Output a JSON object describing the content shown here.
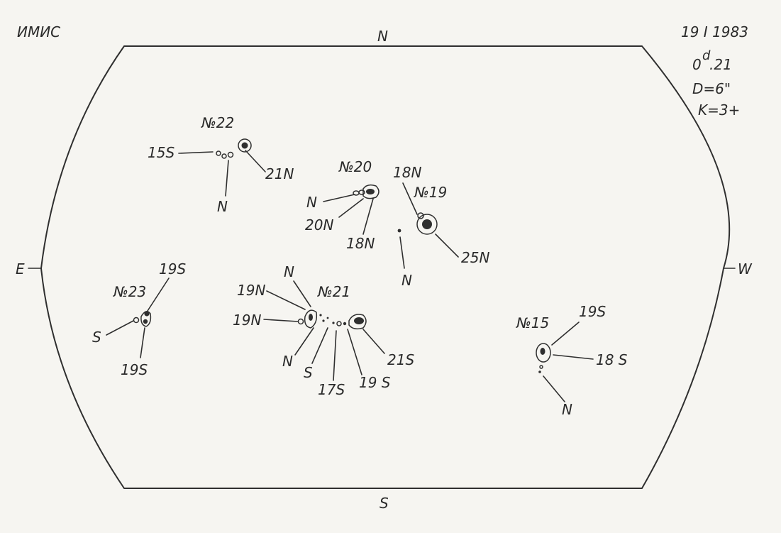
{
  "header": {
    "observatory": "ИМИС",
    "date": "19 I 1983",
    "time_main": "0",
    "time_sup": "d",
    "time_rest": ".21",
    "diameter": "D=6\"",
    "quality": "K=3+"
  },
  "cardinal": {
    "north": "N",
    "south": "S",
    "east": "E",
    "west": "W"
  },
  "groups": {
    "g22": {
      "title": "№22",
      "labels": [
        "15S",
        "21N",
        "N"
      ]
    },
    "g20": {
      "title": "№20",
      "labels": [
        "N",
        "20N",
        "18N"
      ]
    },
    "g19": {
      "title": "№19",
      "labels": [
        "18N",
        "25N",
        "N"
      ]
    },
    "g23": {
      "title": "№23",
      "labels": [
        "19S",
        "S",
        "19S"
      ]
    },
    "g21": {
      "title": "№21",
      "labels": [
        "N",
        "19N",
        "19N",
        "N",
        "S",
        "17S",
        "19 S",
        "21S"
      ]
    },
    "g15": {
      "title": "№15",
      "labels": [
        "19S",
        "18 S",
        "N"
      ]
    }
  }
}
